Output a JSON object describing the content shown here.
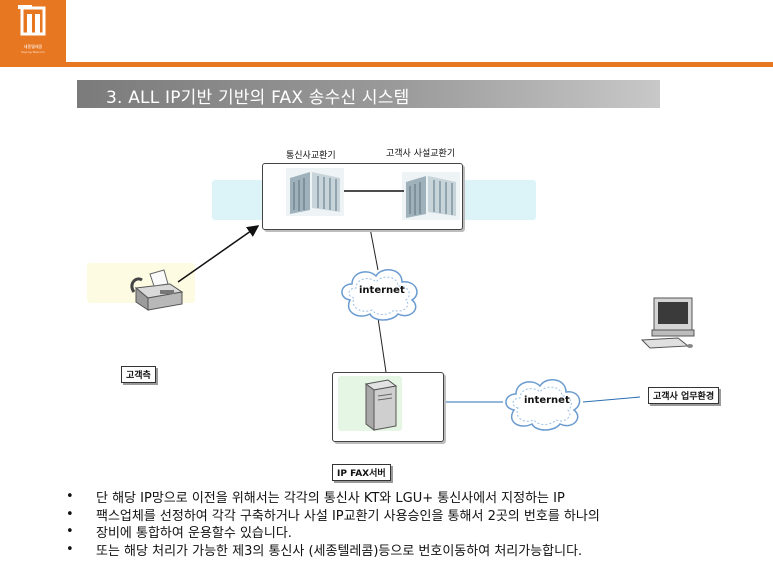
{
  "header": {
    "logo_caption": "세종텔레콤",
    "logo_sub": "Sejong Telecom",
    "title": "3. ALL IP기반 기반의  FAX 송수신 시스템"
  },
  "diagram": {
    "label_carrier_exchange": "통신사교환기",
    "label_customer_exchange": "고객사 사설교환기",
    "cloud_top": "internet",
    "cloud_right": "internet",
    "label_customer_side": "고객측",
    "label_ip_fax_server": "IP FAX서버",
    "label_customer_office": "고객사 업무환경"
  },
  "bullets": [
    "단 해당 IP망으로 이전을 위해서는 각각의 통신사 KT와 LGU+ 통신사에서 지정하는 IP",
    "팩스업체를 선정하여 각각 구축하거나 사설 IP교환기 사용승인을 통해서 2곳의 번호를 하나의",
    "장비에 통합하여 운용할수 있습니다.",
    "또는 해당 처리가 가능한 제3의 통신사 (세종텔레콤)등으로 번호이동하여 처리가능합니다."
  ],
  "colors": {
    "brand_orange": "#e87722",
    "title_gray": "#8c8c8c",
    "cyan_band": "#dcf4f8",
    "yellow_band": "#fdfbe2"
  }
}
